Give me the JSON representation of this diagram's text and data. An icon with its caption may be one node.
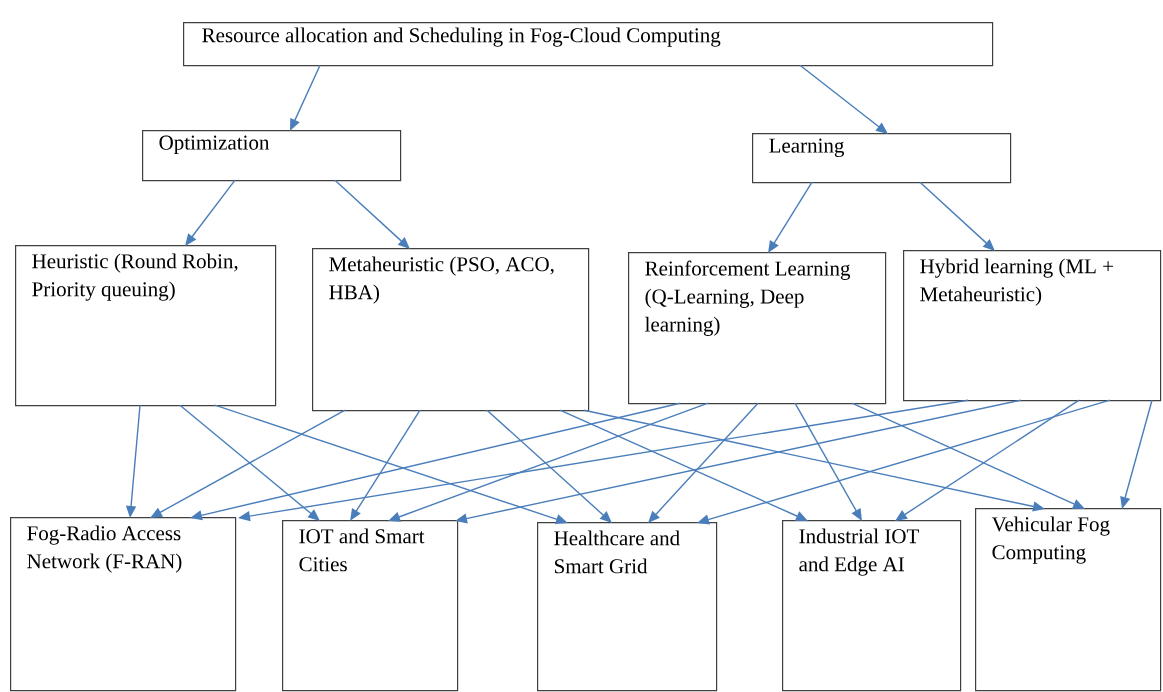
{
  "diagram": {
    "nodes": [
      {
        "text": [
          "Resource allocation and Scheduling in Fog-Cloud Computing"
        ]
      },
      {
        "text": [
          "Optimization"
        ]
      },
      {
        "text": [
          "Learning"
        ]
      },
      {
        "text": [
          "Heuristic (Round Robin, Priority queuing)"
        ]
      },
      {
        "text": [
          "Metaheuristic (PSO, ACO, HBA)"
        ]
      },
      {
        "text": [
          "Reinforcement Learning (Q-Learning, Deep learning)"
        ]
      },
      {
        "text": [
          "Hybrid learning (ML + Metaheuristic)"
        ]
      },
      {
        "text": [
          "Fog-Radio Access Network (F-RAN)"
        ]
      },
      {
        "text": [
          "IOT and Smart Cities"
        ]
      },
      {
        "text": [
          "Healthcare and Smart Grid"
        ]
      },
      {
        "text": [
          "Industrial IOT and Edge AI"
        ]
      },
      {
        "text": [
          "Vehicular Fog Computing"
        ]
      }
    ],
    "edges": [
      {
        "from": 0,
        "to": 1,
        "arrow": "to"
      },
      {
        "from": 0,
        "to": 2,
        "arrow": "to"
      },
      {
        "from": 1,
        "to": 3,
        "arrow": "to"
      },
      {
        "from": 1,
        "to": 4,
        "arrow": "to"
      },
      {
        "from": 2,
        "to": 5,
        "arrow": "to"
      },
      {
        "from": 2,
        "to": 6,
        "arrow": "to"
      },
      {
        "from": 3,
        "to": 7,
        "arrow": "to"
      },
      {
        "from": 3,
        "to": 8,
        "arrow": "to"
      },
      {
        "from": 3,
        "to": 9,
        "arrow": "to"
      },
      {
        "from": 4,
        "to": 7,
        "arrow": "to"
      },
      {
        "from": 4,
        "to": 8,
        "arrow": "to"
      },
      {
        "from": 4,
        "to": 9,
        "arrow": "to"
      },
      {
        "from": 4,
        "to": 10,
        "arrow": "to"
      },
      {
        "from": 4,
        "to": 11,
        "arrow": "to"
      },
      {
        "from": 5,
        "to": 7,
        "arrow": "to"
      },
      {
        "from": 5,
        "to": 8,
        "arrow": "to"
      },
      {
        "from": 5,
        "to": 9,
        "arrow": "to"
      },
      {
        "from": 5,
        "to": 10,
        "arrow": "to"
      },
      {
        "from": 5,
        "to": 11,
        "arrow": "to"
      },
      {
        "from": 6,
        "to": 7,
        "arrow": "to"
      },
      {
        "from": 6,
        "to": 8,
        "arrow": "to"
      },
      {
        "from": 6,
        "to": 9,
        "arrow": "to"
      },
      {
        "from": 6,
        "to": 10,
        "arrow": "to"
      },
      {
        "from": 6,
        "to": 11,
        "arrow": "to"
      }
    ]
  }
}
